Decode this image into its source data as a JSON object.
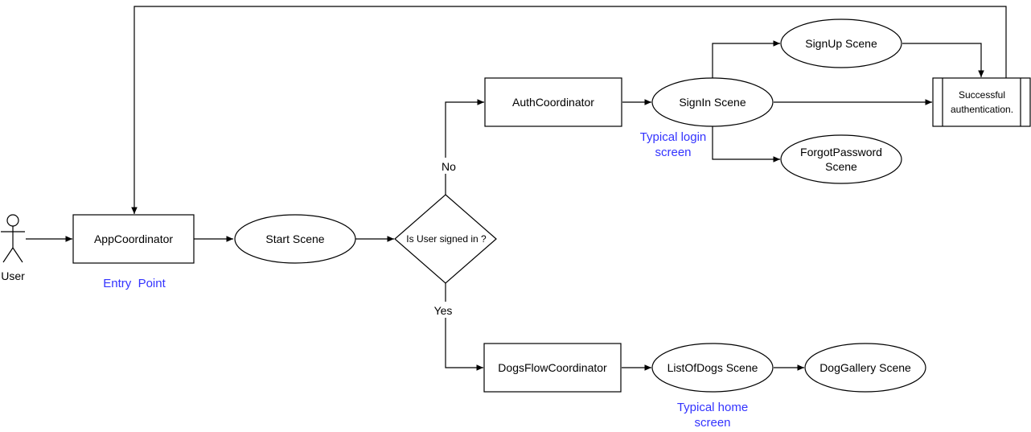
{
  "colors": {
    "note": "#3333ff",
    "stroke": "#000000",
    "fill": "#ffffff"
  },
  "actor": {
    "label": "User",
    "icon": "person-icon"
  },
  "nodes": {
    "app_coordinator": "AppCoordinator",
    "start_scene": "Start Scene",
    "decision": "Is User signed in ?",
    "auth_coordinator": "AuthCoordinator",
    "signin_scene": "SignIn Scene",
    "signup_scene": "SignUp Scene",
    "forgot_password_scene": [
      "ForgotPassword",
      "Scene"
    ],
    "successful_auth": [
      "Successful",
      "authentication."
    ],
    "dogs_flow_coordinator": "DogsFlowCoordinator",
    "list_of_dogs_scene": "ListOfDogs Scene",
    "dog_gallery_scene": "DogGallery Scene"
  },
  "edge_labels": {
    "no": "No",
    "yes": "Yes"
  },
  "notes": {
    "entry_point": "Entry  Point",
    "typical_login": [
      "Typical login",
      "screen"
    ],
    "typical_home": [
      "Typical home",
      "screen"
    ]
  }
}
